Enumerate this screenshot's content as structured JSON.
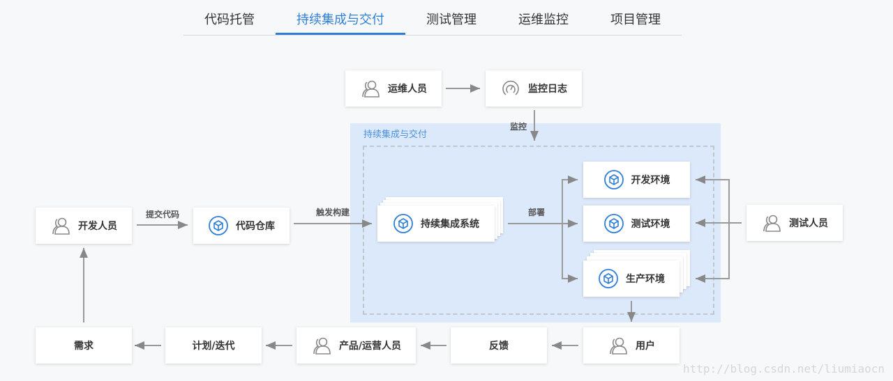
{
  "tabs": [
    "代码托管",
    "持续集成与交付",
    "测试管理",
    "运维监控",
    "项目管理"
  ],
  "active_tab": 1,
  "ci_area_title": "持续集成与交付",
  "nodes": {
    "ops": "运维人员",
    "monitor_log": "监控日志",
    "developer": "开发人员",
    "code_repo": "代码仓库",
    "ci_system": "持续集成系统",
    "dev_env": "开发环境",
    "test_env": "测试环境",
    "prod_env": "生产环境",
    "tester": "测试人员",
    "requirement": "需求",
    "plan": "计划/迭代",
    "product_ops": "产品/运营人员",
    "feedback": "反馈",
    "user": "用户"
  },
  "edge_labels": {
    "monitor": "监控",
    "commit": "提交代码",
    "trigger": "触发构建",
    "deploy": "部署"
  },
  "icons": {
    "person": "person-icon",
    "monitor": "monitor-gauge-icon",
    "cube": "cube-icon"
  },
  "colors": {
    "accent": "#2f7ed8",
    "ci_bg": "#dce9fa"
  },
  "watermark": "http://blog.csdn.net/liumiaocn"
}
